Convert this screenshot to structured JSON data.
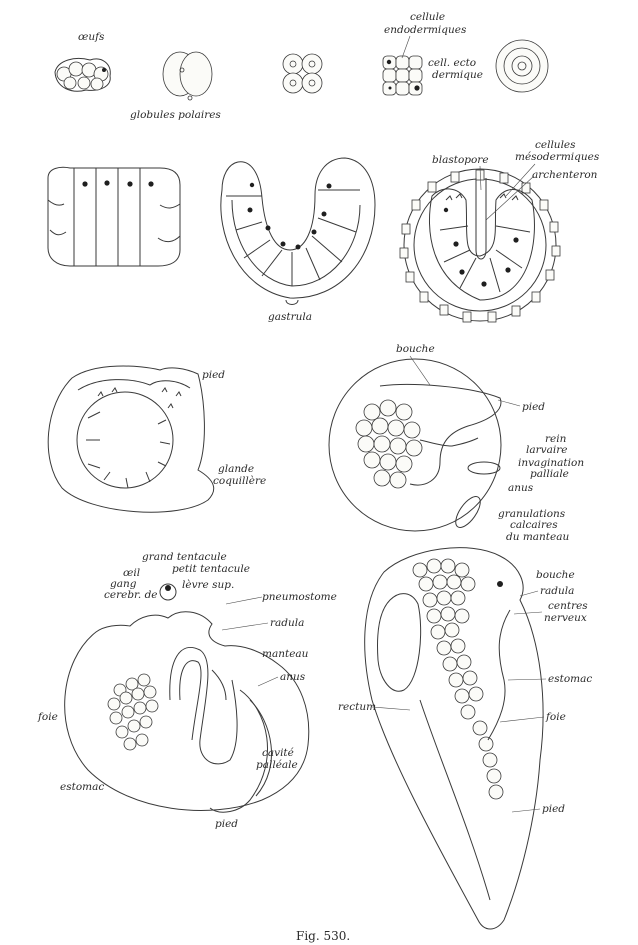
{
  "labels": {
    "oeufs": "œufs",
    "globules_polaires": "globules polaires",
    "cellule_endodermiques_1": "cellule",
    "cellule_endodermiques_2": "endodermiques",
    "cell_ecto_1": "cell. ecto",
    "cell_ecto_2": "dermique",
    "cellules_meso_1": "cellules",
    "cellules_meso_2": "mésodermiques",
    "blastopore": "blastopore",
    "archenteron": "archenteron",
    "gastrula": "gastrula",
    "pied_1": "pied",
    "glande_1": "glande",
    "glande_2": "coquillère",
    "bouche_1": "bouche",
    "pied_2": "pied",
    "rein_1": "rein",
    "rein_2": "larvaire",
    "invag_1": "invagination",
    "invag_2": "palliale",
    "anus_1": "anus",
    "gran_1": "granulations",
    "gran_2": "calcaires",
    "gran_3": "du manteau",
    "grand_tentacule": "grand tentacule",
    "oeil": "œil",
    "petit_tentacule": "petit tentacule",
    "gang_1": "gang",
    "gang_2": "cerebr. de",
    "levre_sup": "lèvre sup.",
    "pneumostome": "pneumostome",
    "radula_1": "radula",
    "manteau": "manteau",
    "anus_2": "anus",
    "foie_1": "foie",
    "cavite_1": "cavité",
    "cavite_2": "palléale",
    "estomac_1": "estomac",
    "pied_3": "pied",
    "bouche_2": "bouche",
    "radula_2": "radula",
    "centres_1": "centres",
    "centres_2": "nerveux",
    "estomac_2": "estomac",
    "rectum": "rectum",
    "foie_2": "foie",
    "pied_4": "pied",
    "caption": "Fig. 530."
  }
}
